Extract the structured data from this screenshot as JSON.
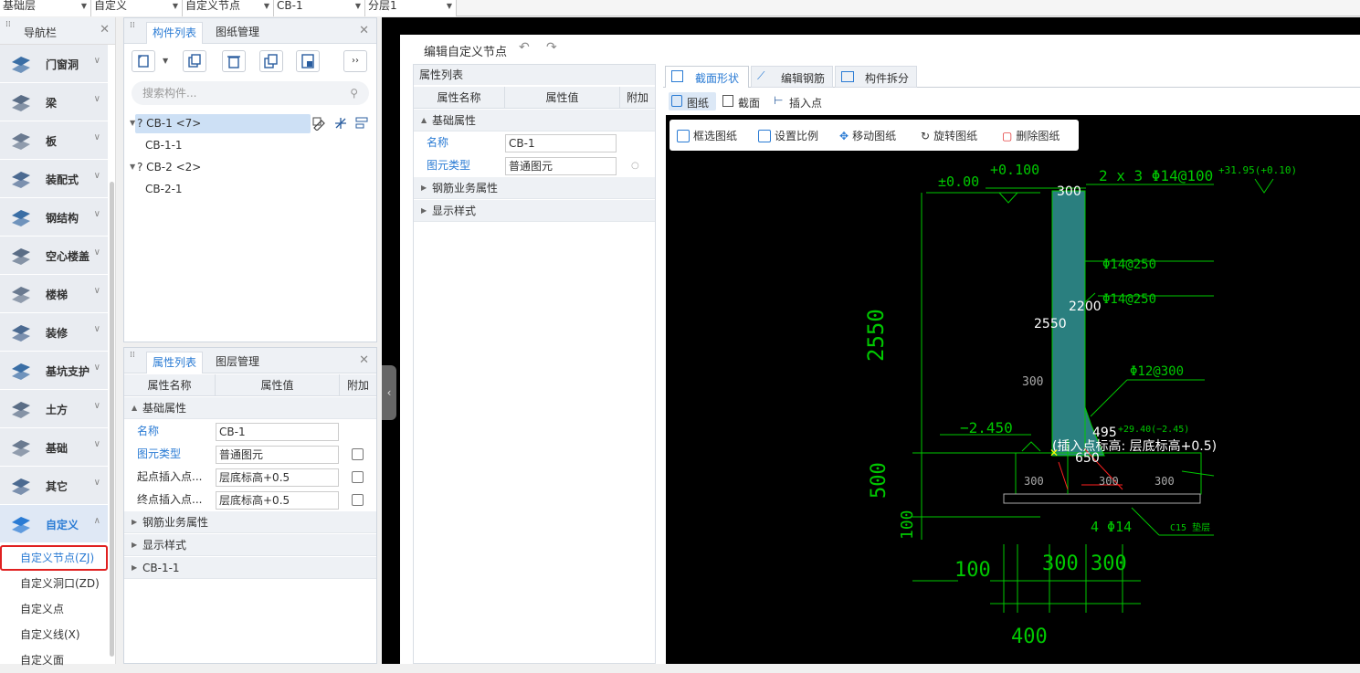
{
  "topbar": {
    "selects": [
      "基础层",
      "自定义",
      "自定义节点",
      "CB-1",
      "分层1"
    ]
  },
  "nav": {
    "title": "导航栏",
    "items": [
      {
        "label": "门窗洞",
        "icon": "door-window-icon"
      },
      {
        "label": "梁",
        "icon": "beam-icon"
      },
      {
        "label": "板",
        "icon": "slab-icon"
      },
      {
        "label": "装配式",
        "icon": "prefab-icon"
      },
      {
        "label": "钢结构",
        "icon": "steel-structure-icon"
      },
      {
        "label": "空心楼盖",
        "icon": "hollow-floor-icon"
      },
      {
        "label": "楼梯",
        "icon": "stair-icon"
      },
      {
        "label": "装修",
        "icon": "decoration-icon"
      },
      {
        "label": "基坑支护",
        "icon": "foundation-pit-icon"
      },
      {
        "label": "土方",
        "icon": "earthwork-icon"
      },
      {
        "label": "基础",
        "icon": "foundation-icon"
      },
      {
        "label": "其它",
        "icon": "other-icon"
      },
      {
        "label": "自定义",
        "icon": "custom-icon"
      }
    ],
    "subitems": [
      "自定义节点(ZJ)",
      "自定义洞口(ZD)",
      "自定义点",
      "自定义线(X)",
      "自定义面"
    ]
  },
  "component_panel": {
    "tabs": [
      "构件列表",
      "图纸管理"
    ],
    "search_placeholder": "搜索构件...",
    "tree": [
      {
        "label": "? CB-1 <7>",
        "level": 0,
        "selected": true
      },
      {
        "label": "CB-1-1",
        "level": 1
      },
      {
        "label": "? CB-2 <2>",
        "level": 0
      },
      {
        "label": "CB-2-1",
        "level": 1
      }
    ]
  },
  "property_panel": {
    "tabs": [
      "属性列表",
      "图层管理"
    ],
    "headers": [
      "属性名称",
      "属性值",
      "附加"
    ],
    "groups": {
      "basic": "基础属性",
      "rebar": "钢筋业务属性",
      "display": "显示样式",
      "cb": "CB-1-1"
    },
    "rows": [
      {
        "name": "名称",
        "value": "CB-1"
      },
      {
        "name": "图元类型",
        "value": "普通图元"
      },
      {
        "name": "起点插入点...",
        "value": "层底标高+0.5"
      },
      {
        "name": "终点插入点...",
        "value": "层底标高+0.5"
      }
    ]
  },
  "editor": {
    "title": "编辑自定义节点",
    "left_panel_title": "属性列表",
    "headers": [
      "属性名称",
      "属性值",
      "附加"
    ],
    "groups": {
      "basic": "基础属性",
      "rebar": "钢筋业务属性",
      "display": "显示样式"
    },
    "rows": [
      {
        "name": "名称",
        "value": "CB-1"
      },
      {
        "name": "图元类型",
        "value": "普通图元"
      }
    ],
    "tabs": [
      "截面形状",
      "编辑钢筋",
      "构件拆分"
    ],
    "subtabs": [
      "图纸",
      "截面",
      "插入点"
    ],
    "image_tools": [
      "框选图纸",
      "设置比例",
      "移动图纸",
      "旋转图纸",
      "删除图纸"
    ]
  },
  "drawing": {
    "labels": {
      "elev0": "±0.00",
      "elev1": "+0.100",
      "rebar_top": "2 x 3 Φ14@100",
      "elev2": "+31.95(+0.10)",
      "w300": "300",
      "r1": "Φ14@250",
      "r2": "Φ14@250",
      "h2200": "2200",
      "h2550": "2550",
      "v2550": "2550",
      "h300": "300",
      "r3": "Φ12@300",
      "elevneg": "−2.450",
      "d495": "495",
      "elev3": "+29.40(−2.45)",
      "insert_note": "(插入点标高: 层底标高+0.5)",
      "d650": "650",
      "b1": "300",
      "b2": "300",
      "b3": "300",
      "v500": "500",
      "v100": "100",
      "bottom_rebar": "4 Φ14",
      "concrete": "C15 垫层",
      "w100": "100",
      "w300a": "300",
      "w300b": "300",
      "w400": "400"
    },
    "colors": {
      "line": "#00c800",
      "fill": "#2a7f7f",
      "text": "#ffffff",
      "red": "#ff2020"
    }
  }
}
